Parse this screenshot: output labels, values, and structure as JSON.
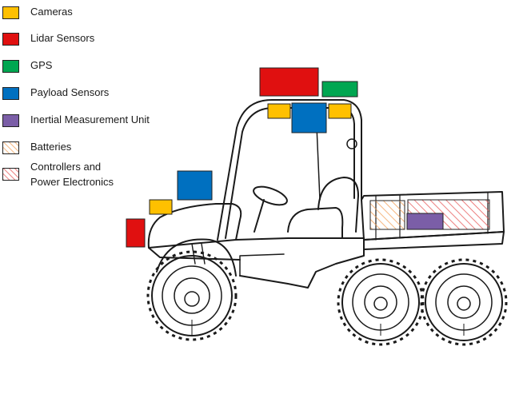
{
  "legend": {
    "items": [
      {
        "label": "Cameras",
        "color": "#FFC000",
        "pattern": "solid"
      },
      {
        "label": "Lidar Sensors",
        "color": "#E01010",
        "pattern": "solid"
      },
      {
        "label": "GPS",
        "color": "#00A651",
        "pattern": "solid"
      },
      {
        "label": "Payload Sensors",
        "color": "#0070C0",
        "pattern": "solid"
      },
      {
        "label": "Inertial Measurement Unit",
        "color": "#7B5EA7",
        "pattern": "solid"
      },
      {
        "label": "Batteries",
        "color": "#F4A460",
        "pattern": "hatched"
      },
      {
        "label_line1": "Controllers and",
        "label_line2": "Power Electronics",
        "color": "#E86060",
        "pattern": "hatched"
      }
    ]
  },
  "colors": {
    "camera": "#FFC000",
    "lidar": "#E01010",
    "gps": "#00A651",
    "payload": "#0070C0",
    "imu": "#7B5EA7",
    "battery": "#F4A460",
    "controller": "#E86060",
    "outline": "#1a1a1a"
  },
  "vehicle": {
    "icon": "six-wheel-utility-vehicle-drawing"
  }
}
